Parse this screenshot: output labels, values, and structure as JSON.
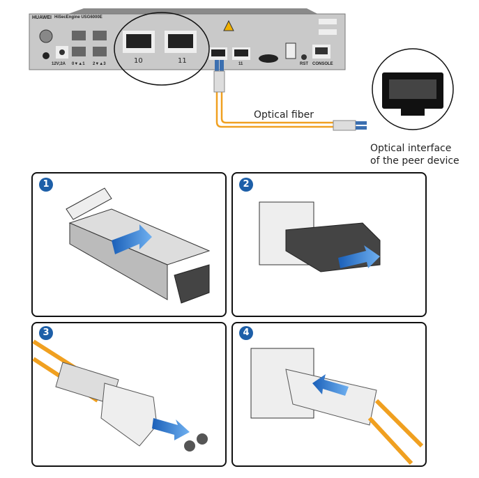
{
  "device": {
    "brand": "HUAWEI",
    "model": "HiSecEngine USG6000E",
    "power_label": "12V;2A",
    "port_labels": [
      "0▼▲1",
      "2▼▲3",
      "10",
      "11",
      "11",
      "RST",
      "CONSOLE"
    ]
  },
  "labels": {
    "optical_fiber": "Optical fiber",
    "peer_interface_line1": "Optical interface",
    "peer_interface_line2": "of the peer device"
  },
  "steps": [
    {
      "number": "1"
    },
    {
      "number": "2"
    },
    {
      "number": "3"
    },
    {
      "number": "4"
    }
  ],
  "colors": {
    "step_badge": "#1d5fa8",
    "fiber": "#f0a020",
    "connector": "#3b6fb0",
    "arrow": "#2a7ad0"
  }
}
